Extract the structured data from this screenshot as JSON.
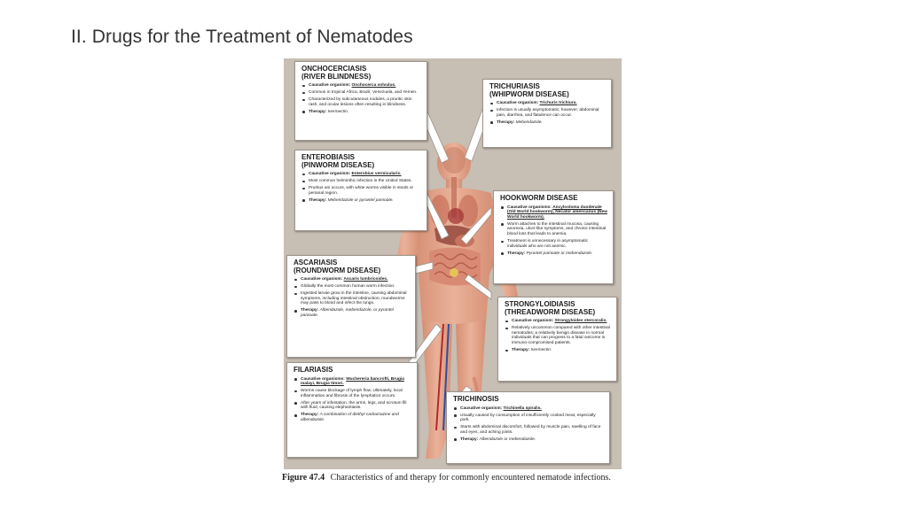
{
  "slide": {
    "title": "II. Drugs for the Treatment of Nematodes"
  },
  "figure": {
    "caption_label": "Figure",
    "caption_number": "47.4",
    "caption_text": "Characteristics of and therapy for commonly encountered nematode infections.",
    "boxes": {
      "onchocerciasis": {
        "title_line1": "ONCHOCERCIASIS",
        "title_line2": "(RIVER BLINDNESS)",
        "b1_label": "Causative organism:",
        "b1_value": "Onchocerca volvulus.",
        "b2": "Common in tropical Africa, Brazil, Venezuela, and Yemen.",
        "b3": "Characterized by subcutaneous nodules, a pruritic skin rash, and ocular lesions often resulting in blindness.",
        "b4_label": "Therapy:",
        "b4_value": "Ivermectin."
      },
      "trichuriasis": {
        "title_line1": "TRICHURIASIS",
        "title_line2": "(WHIPWORM DISEASE)",
        "b1_label": "Causative organism:",
        "b1_value": "Trichuris trichiura.",
        "b2": "Infection is usually asymptomatic; however, abdominal pain, diarrhea, and flatulence can occur.",
        "b3_label": "Therapy:",
        "b3_value": "Mebendazole."
      },
      "enterobiasis": {
        "title_line1": "ENTEROBIASIS",
        "title_line2": "(PINWORM DISEASE)",
        "b1_label": "Causative organism:",
        "b1_value": "Enterobius vermicularis.",
        "b2": "Most common helminthic infection in the United States.",
        "b3": "Pruritus ani occurs, with white worms visible in stools or perianal region.",
        "b4_label": "Therapy:",
        "b4_value": "Mebendazole or pyrantel pamoate."
      },
      "hookworm": {
        "title_line1": "HOOKWORM DISEASE",
        "b1_label": "Causative organisms:",
        "b1_value": "Ancylostoma duodenale (Old World hookworm), Necator americanus (New World hookworm).",
        "b2": "Worm attaches to the intestinal mucosa, causing anorexia, ulcer-like symptoms, and chronic intestinal blood loss that leads to anemia.",
        "b3": "Treatment is unnecessary in asymptomatic individuals who are not anemic.",
        "b4_label": "Therapy:",
        "b4_value": "Pyrantel pamoate or mebendazole."
      },
      "ascariasis": {
        "title_line1": "ASCARIASIS",
        "title_line2": "(ROUNDWORM DISEASE)",
        "b1_label": "Causative organism:",
        "b1_value": "Ascaris lumbricoides.",
        "b2": "Globally the most common human worm infection.",
        "b3": "Ingested larvae grow in the intestine, causing abdominal symptoms, including intestinal obstruction; roundworms may pass to blood and infect the lungs.",
        "b4_label": "Therapy:",
        "b4_value": "Albendazole, mebendazole, or pyrantel pamoate."
      },
      "strongyloidiasis": {
        "title_line1": "STRONGYLOIDIASIS",
        "title_line2": "(THREADWORM DISEASE)",
        "b1_label": "Causative organism:",
        "b1_value": "Strongyloides stercoralis.",
        "b2": "Relatively uncommon compared with other intestinal nematodes; a relatively benign disease in normal individuals that can progress to a fatal outcome in immuno-compromised patients.",
        "b3_label": "Therapy:",
        "b3_value": "Ivermectin."
      },
      "filariasis": {
        "title_line1": "FILARIASIS",
        "b1_label": "Causative organisms:",
        "b1_value": "Wuchereria bancrofti, Brugia malayi, Brugia timori.",
        "b2": "Worms cause blockage of lymph flow. Ultimately, local inflammation and fibrosis of the lymphatics occurs.",
        "b3": "After years of infestation, the arms, legs, and scrotum fill with fluid, causing elephantiasis.",
        "b4_label": "Therapy:",
        "b4_value": "A combination of diethyl-carbamazine and albendazole."
      },
      "trichinosis": {
        "title_line1": "TRICHINOSIS",
        "b1_label": "Causative organism:",
        "b1_value": "Trichinella spiralis.",
        "b2": "Usually caused by consumption of insufficiently cooked meat, especially pork.",
        "b3": "Starts with abdominal discomfort, followed by muscle pain, swelling of face and eyes, and aching joints.",
        "b4_label": "Therapy:",
        "b4_value": "Albendazole or mebendazole."
      }
    }
  }
}
